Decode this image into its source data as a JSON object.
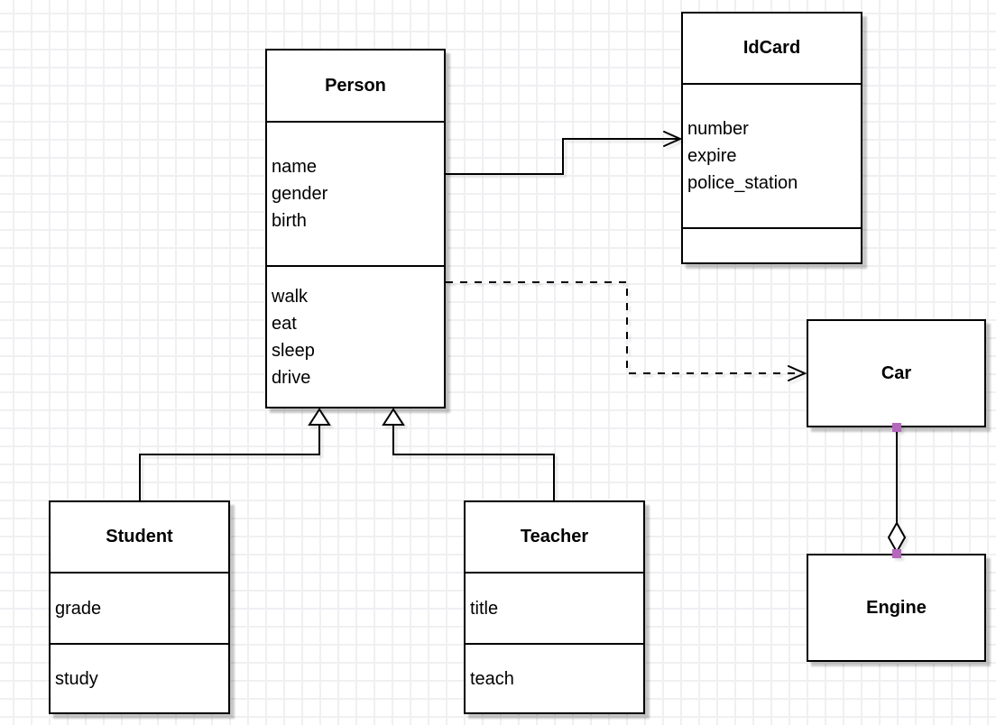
{
  "diagram": {
    "type": "uml-class-diagram",
    "classes": [
      {
        "id": "person",
        "name": "Person",
        "attributes": [
          "name",
          "gender",
          "birth"
        ],
        "methods": [
          "walk",
          "eat",
          "sleep",
          "drive"
        ]
      },
      {
        "id": "idcard",
        "name": "IdCard",
        "attributes": [
          "number",
          "expire",
          "police_station"
        ],
        "methods": []
      },
      {
        "id": "car",
        "name": "Car",
        "attributes": [],
        "methods": []
      },
      {
        "id": "engine",
        "name": "Engine",
        "attributes": [],
        "methods": []
      },
      {
        "id": "student",
        "name": "Student",
        "attributes": [
          "grade"
        ],
        "methods": [
          "study"
        ]
      },
      {
        "id": "teacher",
        "name": "Teacher",
        "attributes": [
          "title"
        ],
        "methods": [
          "teach"
        ]
      }
    ],
    "relationships": [
      {
        "from": "Person",
        "to": "IdCard",
        "type": "association",
        "line": "solid",
        "end_marker": "open-arrow"
      },
      {
        "from": "Person",
        "to": "Car",
        "type": "dependency",
        "line": "dashed",
        "end_marker": "open-arrow"
      },
      {
        "from": "Student",
        "to": "Person",
        "type": "generalization",
        "line": "solid",
        "end_marker": "hollow-triangle"
      },
      {
        "from": "Teacher",
        "to": "Person",
        "type": "generalization",
        "line": "solid",
        "end_marker": "hollow-triangle"
      },
      {
        "from": "Car",
        "to": "Engine",
        "type": "aggregation",
        "line": "solid",
        "end_marker": "hollow-diamond",
        "endpoint_handles": "purple-squares"
      }
    ],
    "colors": {
      "stroke": "#000000",
      "box_fill": "#ffffff",
      "background": "#ffffff",
      "grid_line": "#f0f0f3",
      "shadow": "#c8c8c8",
      "endpoint_handle": "#b566bd"
    }
  }
}
